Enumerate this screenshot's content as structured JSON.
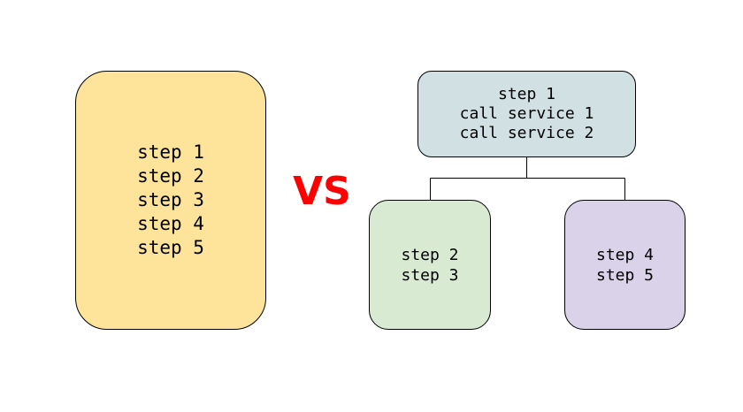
{
  "colors": {
    "monolith_fill": "#fde49a",
    "top_node_fill": "#d0e0e3",
    "left_node_fill": "#d9ead3",
    "right_node_fill": "#d9d2e9",
    "vs_color": "#ff0000",
    "outline": "#000000"
  },
  "monolith": {
    "lines": [
      "step 1",
      "step 2",
      "step 3",
      "step 4",
      "step 5"
    ]
  },
  "vs_label": "VS",
  "distributed": {
    "top": {
      "lines": [
        "step 1",
        "call service 1",
        "call service 2"
      ]
    },
    "left": {
      "lines": [
        "step 2",
        "step 3"
      ]
    },
    "right": {
      "lines": [
        "step 4",
        "step 5"
      ]
    }
  }
}
